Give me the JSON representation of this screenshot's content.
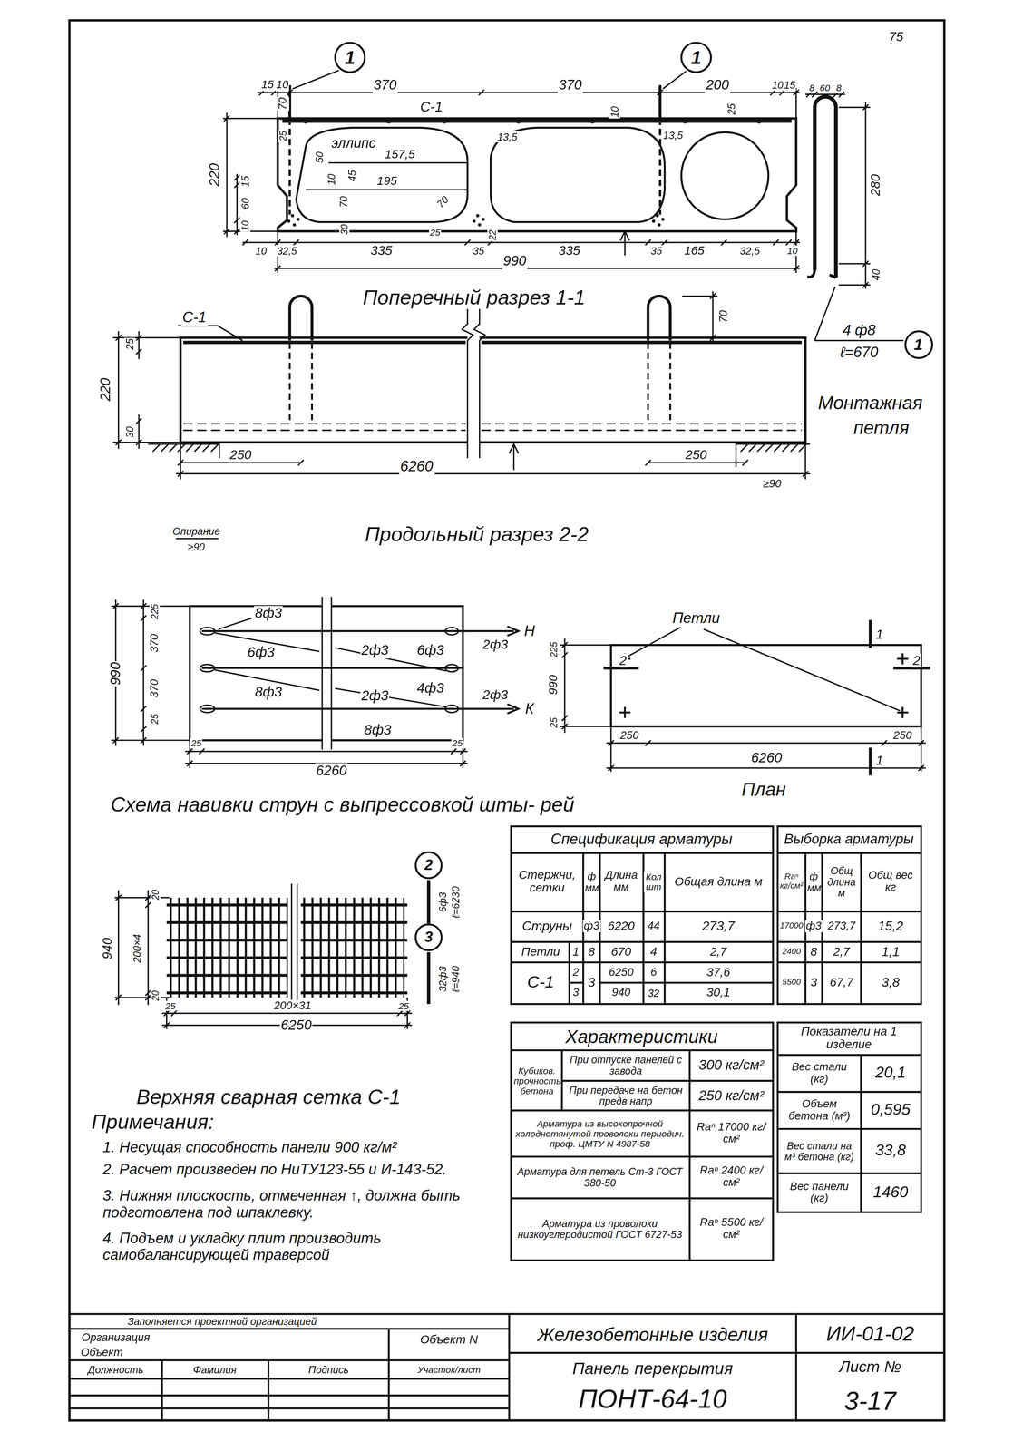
{
  "diagram": {
    "nodes": [
      {
        "text": [
          "1"
        ]
      },
      {
        "text": [
          "1"
        ]
      },
      {
        "text": [
          "1"
        ]
      },
      {
        "text": [
          "2"
        ]
      },
      {
        "text": [
          "3"
        ]
      }
    ],
    "labels": [
      "75",
      "15",
      "10",
      "370",
      "370",
      "200",
      "10",
      "15",
      "70",
      "С-1",
      "25",
      "10",
      "25",
      "13,5",
      "13,5",
      "эллипс",
      "220",
      "15",
      "50",
      "157,5",
      "10",
      "45",
      "70",
      "195",
      "70",
      "60",
      "10",
      "30",
      "25",
      "22",
      "10",
      "32,5",
      "335",
      "35",
      "335",
      "35",
      "165",
      "32,5",
      "10",
      "990",
      "Поперечный разрез 1-1",
      "8",
      "60",
      "8",
      "280",
      "40",
      "4 ф8",
      "ℓ=670",
      "Монтажная",
      "петля",
      "С-1",
      "25",
      "70",
      "220",
      "30",
      "250",
      "250",
      "6260",
      "≥90",
      "Опирание",
      "≥90",
      "Продольный разрез 2-2",
      "8ф3",
      "225",
      "370",
      "990",
      "370",
      "25",
      "6ф3",
      "2ф3",
      "6ф3",
      "Н",
      "2ф3",
      "8ф3",
      "2ф3",
      "4ф3",
      "2ф3",
      "К",
      "8ф3",
      "25",
      "25",
      "6260",
      "Схема навивки струн с выпрессовкой шты- рей",
      "Петли",
      "225",
      "990",
      "25",
      "1",
      "2",
      "2",
      "250",
      "250",
      "1",
      "6260",
      "План",
      "20",
      "940",
      "200×4",
      "20",
      "25",
      "200×31",
      "25",
      "6250",
      "6ф3",
      "ℓ=6230",
      "32ф3",
      "ℓ=940",
      "Верхняя сварная сетка С-1",
      "Примечания:",
      "1. Несущая способность панели 900 кг/м²",
      "2. Расчет произведен по НиТУ123-55 и И-143-52.",
      "3. Нижняя плоскость, отмеченная ↑, должна быть подготовлена под шпаклевку.",
      "4. Подъем и укладку плит производить самобалансирующей траверсой",
      "Спецификация арматуры",
      "Стержни, сетки",
      "ф мм",
      "Длина мм",
      "Кол шт",
      "Общая длина м",
      "Струны",
      "ф3",
      "6220",
      "44",
      "273,7",
      "Петли",
      "1",
      "8",
      "670",
      "4",
      "2,7",
      "С-1",
      "2",
      "3",
      "3",
      "6250",
      "940",
      "6",
      "32",
      "37,6",
      "30,1",
      "Выборка арматуры",
      "Raⁿ кг/см²",
      "ф мм",
      "Общ длина м",
      "Общ вес кг",
      "17000",
      "ф3",
      "273,7",
      "15,2",
      "2400",
      "8",
      "2,7",
      "1,1",
      "5500",
      "3",
      "67,7",
      "3,8",
      "Характеристики",
      "Кубиков. прочность бетона",
      "При отпуске панелей с завода",
      "300 кг/см²",
      "При передаче на бетон предв напр",
      "250 кг/см²",
      "Арматура из высокопрочной холоднотянутой проволоки периодич. проф. ЦМТУ N 4987-58",
      "Raⁿ 17000 кг/см²",
      "Арматура для петель Ст-3 ГОСТ 380-50",
      "Raⁿ 2400 кг/см²",
      "Арматура из проволоки низкоуглеродистой ГОСТ 6727-53",
      "Raⁿ 5500 кг/см²",
      "Показатели на 1 изделие",
      "Вес стали (кг)",
      "20,1",
      "Объем бетона (м³)",
      "0,595",
      "Вес стали на м³ бетона (кг)",
      "33,8",
      "Вес панели (кг)",
      "1460",
      "Заполняется проектной организацией",
      "Организация",
      "Объект",
      "Объект N",
      "Должность",
      "Фамилия",
      "Подпись",
      "Участок/лист",
      "Железобетонные изделия",
      "ИИ-01-02",
      "Панель перекрытия",
      "Лист №",
      "ПОНТ-64-10",
      "3-17"
    ]
  }
}
